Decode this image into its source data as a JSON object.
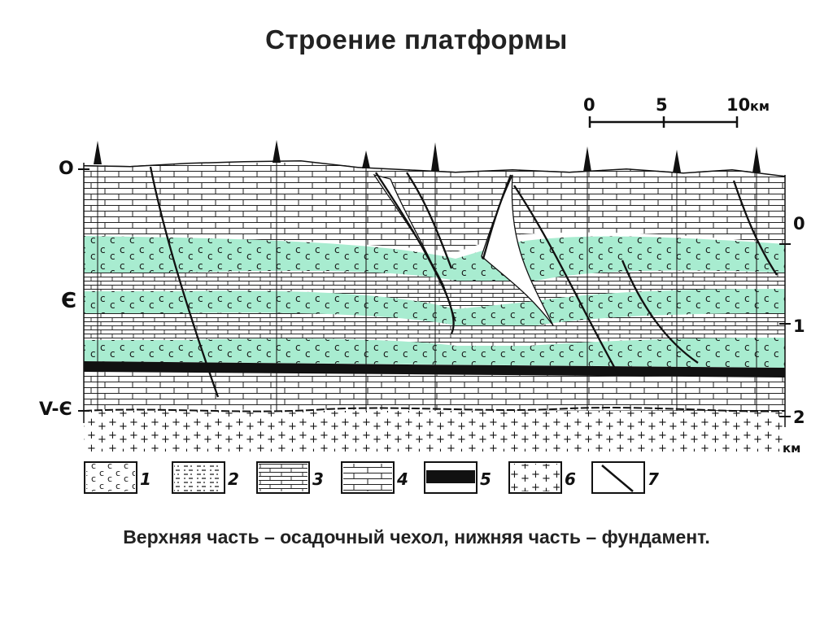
{
  "title": "Строение платформы",
  "caption": "Верхняя часть – осадочный чехол, нижняя часть – фундамент.",
  "scale": {
    "ticks": [
      "0",
      "5",
      "10"
    ],
    "unit": "км"
  },
  "left_labels": [
    "O",
    "Є",
    "V-Є"
  ],
  "right_labels": [
    "0",
    "1",
    "2"
  ],
  "depth_unit": "км",
  "legend": [
    {
      "number": "1",
      "pattern": "c-marks"
    },
    {
      "number": "2",
      "pattern": "dashes-dots"
    },
    {
      "number": "3",
      "pattern": "layered-bricks"
    },
    {
      "number": "4",
      "pattern": "bricks"
    },
    {
      "number": "5",
      "pattern": "solid-black"
    },
    {
      "number": "6",
      "pattern": "crosses"
    },
    {
      "number": "7",
      "pattern": "fault-line"
    }
  ],
  "colors": {
    "green": "#a8ecd0",
    "ink": "#111111"
  }
}
